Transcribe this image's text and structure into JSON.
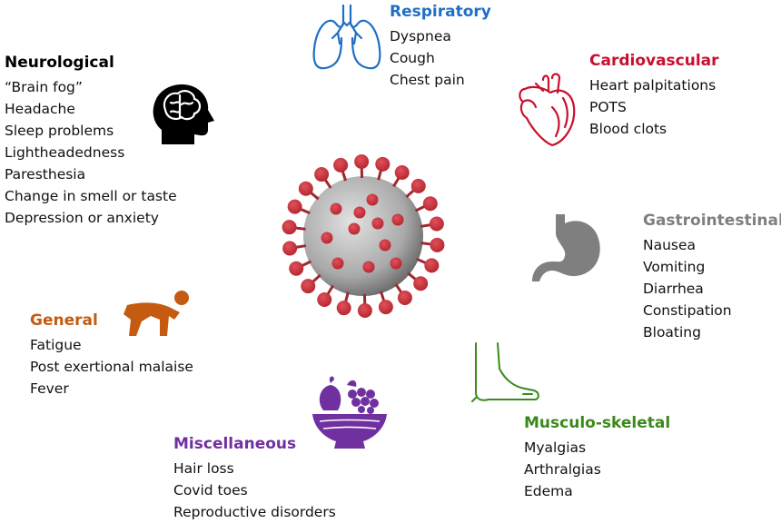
{
  "colors": {
    "respiratory": "#1f6fc5",
    "cardiovascular": "#c8102e",
    "gastrointestinal": "#7f7f7f",
    "musculoskeletal": "#3a8a1a",
    "miscellaneous": "#7030a0",
    "general": "#c55a11",
    "neurological": "#000000",
    "virus_body": "#a9a9a9",
    "virus_spike": "#b3262e"
  },
  "icons": {
    "respiratory": "lungs-icon",
    "cardiovascular": "heart-icon",
    "gastrointestinal": "stomach-icon",
    "musculoskeletal": "foot-icon",
    "miscellaneous": "fruit-bowl-icon",
    "general": "fatigued-person-icon",
    "neurological": "head-brain-icon",
    "center": "coronavirus-icon"
  },
  "groups": {
    "respiratory": {
      "title": "Respiratory",
      "items": [
        "Dyspnea",
        "Cough",
        "Chest pain"
      ]
    },
    "cardiovascular": {
      "title": "Cardiovascular",
      "items": [
        "Heart palpitations",
        "POTS",
        "Blood clots"
      ]
    },
    "gastrointestinal": {
      "title": "Gastrointestinal",
      "items": [
        "Nausea",
        "Vomiting",
        "Diarrhea",
        "Constipation",
        "Bloating"
      ]
    },
    "musculoskeletal": {
      "title": "Musculo-skeletal",
      "items": [
        "Myalgias",
        "Arthralgias",
        "Edema"
      ]
    },
    "miscellaneous": {
      "title": "Miscellaneous",
      "items": [
        "Hair loss",
        "Covid toes",
        "Reproductive disorders"
      ]
    },
    "general": {
      "title": "General",
      "items": [
        "Fatigue",
        "Post exertional malaise",
        "Fever"
      ]
    },
    "neurological": {
      "title": "Neurological",
      "items": [
        "“Brain fog”",
        "Headache",
        "Sleep problems",
        "Lightheadedness",
        "Paresthesia",
        "Change in smell or taste",
        "Depression or anxiety"
      ]
    }
  }
}
